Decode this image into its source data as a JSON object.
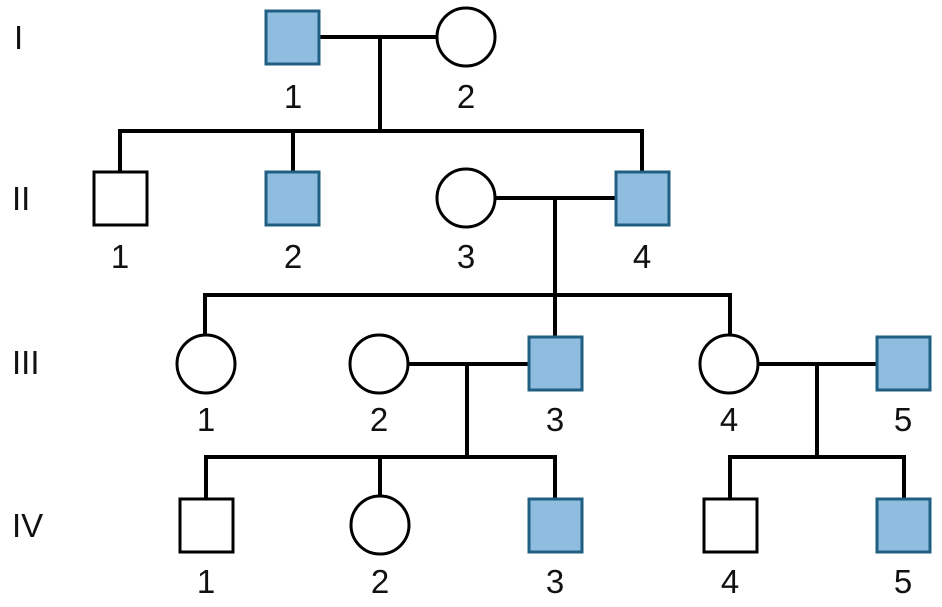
{
  "colors": {
    "affected_fill": "#8fbde0",
    "affected_stroke": "#1f5f82",
    "line": "#000000"
  },
  "generations": [
    {
      "label": "I",
      "members": [
        {
          "id": "I-1",
          "label": "1",
          "sex": "male",
          "affected": true
        },
        {
          "id": "I-2",
          "label": "2",
          "sex": "female",
          "affected": false
        }
      ]
    },
    {
      "label": "II",
      "members": [
        {
          "id": "II-1",
          "label": "1",
          "sex": "male",
          "affected": false
        },
        {
          "id": "II-2",
          "label": "2",
          "sex": "male",
          "affected": true
        },
        {
          "id": "II-3",
          "label": "3",
          "sex": "female",
          "affected": false
        },
        {
          "id": "II-4",
          "label": "4",
          "sex": "male",
          "affected": true
        }
      ]
    },
    {
      "label": "III",
      "members": [
        {
          "id": "III-1",
          "label": "1",
          "sex": "female",
          "affected": false
        },
        {
          "id": "III-2",
          "label": "2",
          "sex": "female",
          "affected": false
        },
        {
          "id": "III-3",
          "label": "3",
          "sex": "male",
          "affected": true
        },
        {
          "id": "III-4",
          "label": "4",
          "sex": "female",
          "affected": false
        },
        {
          "id": "III-5",
          "label": "5",
          "sex": "male",
          "affected": true
        }
      ]
    },
    {
      "label": "IV",
      "members": [
        {
          "id": "IV-1",
          "label": "1",
          "sex": "male",
          "affected": false
        },
        {
          "id": "IV-2",
          "label": "2",
          "sex": "female",
          "affected": false
        },
        {
          "id": "IV-3",
          "label": "3",
          "sex": "male",
          "affected": true
        },
        {
          "id": "IV-4",
          "label": "4",
          "sex": "male",
          "affected": false
        },
        {
          "id": "IV-5",
          "label": "5",
          "sex": "male",
          "affected": true
        }
      ]
    }
  ],
  "couples": [
    {
      "partners": [
        "I-1",
        "I-2"
      ],
      "children": [
        "II-1",
        "II-2",
        "II-4"
      ]
    },
    {
      "partners": [
        "II-3",
        "II-4"
      ],
      "children": [
        "III-1",
        "III-3",
        "III-4"
      ]
    },
    {
      "partners": [
        "III-2",
        "III-3"
      ],
      "children": [
        "IV-1",
        "IV-2",
        "IV-3"
      ]
    },
    {
      "partners": [
        "III-4",
        "III-5"
      ],
      "children": [
        "IV-4",
        "IV-5"
      ]
    }
  ]
}
